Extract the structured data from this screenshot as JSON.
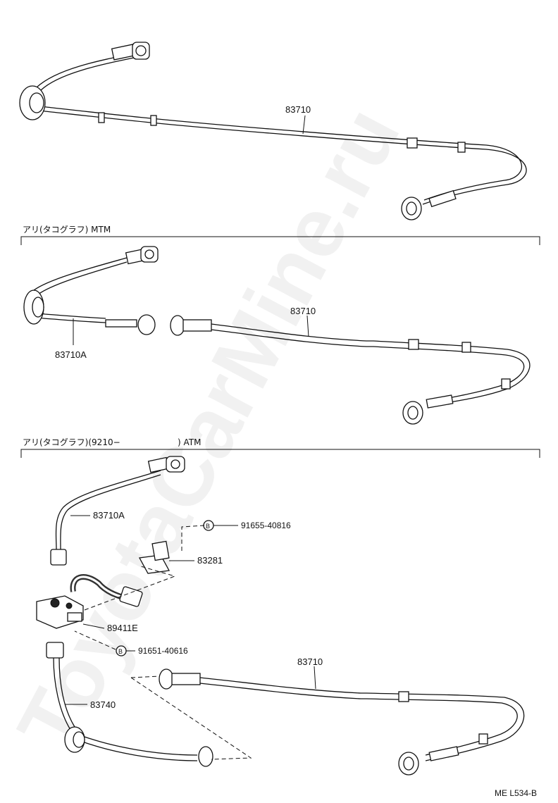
{
  "sections": {
    "mtm_header": "アリ(タコグラフ) MTM",
    "atm_header_prefix": "アリ(タコグラフ)(9210−",
    "atm_header_suffix": ") ATM"
  },
  "callouts": {
    "top_cable": "83710",
    "mid_cable": "83710",
    "mid_cable_a": "83710A",
    "bot_cable_a": "83710A",
    "bolt_1_marker": "B",
    "bolt_1": "91655-40816",
    "bracket": "83281",
    "sensor": "89411E",
    "bolt_2_marker": "B",
    "bolt_2": "91651-40616",
    "bot_cable": "83710",
    "lower_cable": "83740"
  },
  "figure_code": "ME L534-B",
  "watermark": "ToyotaCarMine.ru",
  "icons": [
    "speedometer-cable-icon",
    "grommet-icon",
    "connector-nut-icon",
    "bracket-icon",
    "vehicle-speed-sensor-icon",
    "bolt-icon"
  ]
}
